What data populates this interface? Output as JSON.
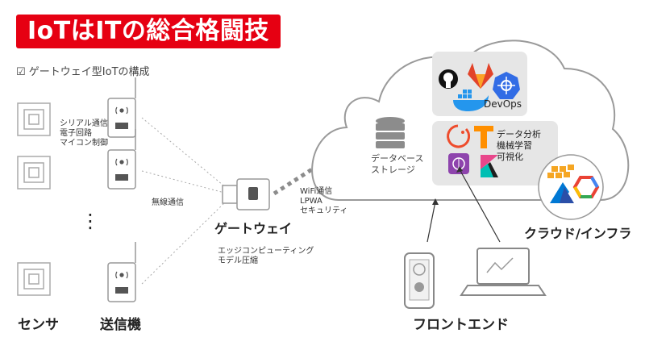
{
  "title": "IoTはITの総合格闘技",
  "subtitle": "☑ ゲートウェイ型IoTの構成",
  "sensor_notes": [
    "シリアル通信",
    "電子回路",
    "マイコン制御"
  ],
  "wireless_label": "無線通信",
  "ellipsis": "⋮",
  "gateway": {
    "label": "ゲートウェイ",
    "notes": [
      "エッジコンピューティング",
      "モデル圧縮"
    ],
    "link_notes": [
      "WiFi通信",
      "LPWA",
      "セキュリティ"
    ]
  },
  "cloud": {
    "db_notes": [
      "データベース",
      "ストレージ"
    ],
    "devops_label": "DevOps",
    "ml_notes": [
      "データ分析",
      "機械学習",
      "可視化"
    ],
    "label": "クラウド/インフラ"
  },
  "bottom_labels": {
    "sensor": "センサ",
    "transmitter": "送信機",
    "frontend": "フロントエンド"
  },
  "colors": {
    "brand_red": "#e60012",
    "panel_gray": "#e6e6e6",
    "line_gray": "#999999"
  },
  "icons": [
    "sensor-chip-icon",
    "transmitter-icon",
    "usb-dongle-icon",
    "database-icon",
    "github-icon",
    "gitlab-icon",
    "kubernetes-icon",
    "docker-icon",
    "pytorch-icon",
    "tensorflow-icon",
    "brain-icon",
    "kibana-icon",
    "aws-icon",
    "azure-icon",
    "gcp-icon",
    "smartphone-icon",
    "laptop-icon"
  ]
}
